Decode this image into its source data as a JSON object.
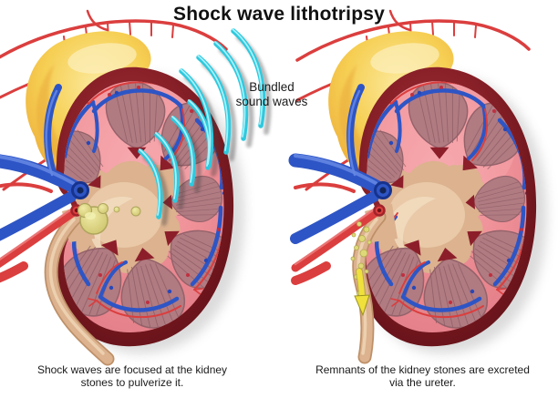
{
  "title": "Shock wave lithotripsy",
  "wave_label": "Bundled\nsound waves",
  "captions": {
    "left": "Shock waves are focused at the kidney\nstones to pulverize it.",
    "right": "Remnants of the kidney stones are excreted\nvia the ureter."
  },
  "colors": {
    "background": "#ffffff",
    "title_text": "#111111",
    "caption_text": "#1a1a1a",
    "artery": "#DB3E3E",
    "vein": "#2E55C5",
    "pelvis": "#DCB28F",
    "pyramid": "#B17B82",
    "sound_wave": "#2FC9DE",
    "stone": "#DED878",
    "arrow": "#F0E03C"
  }
}
